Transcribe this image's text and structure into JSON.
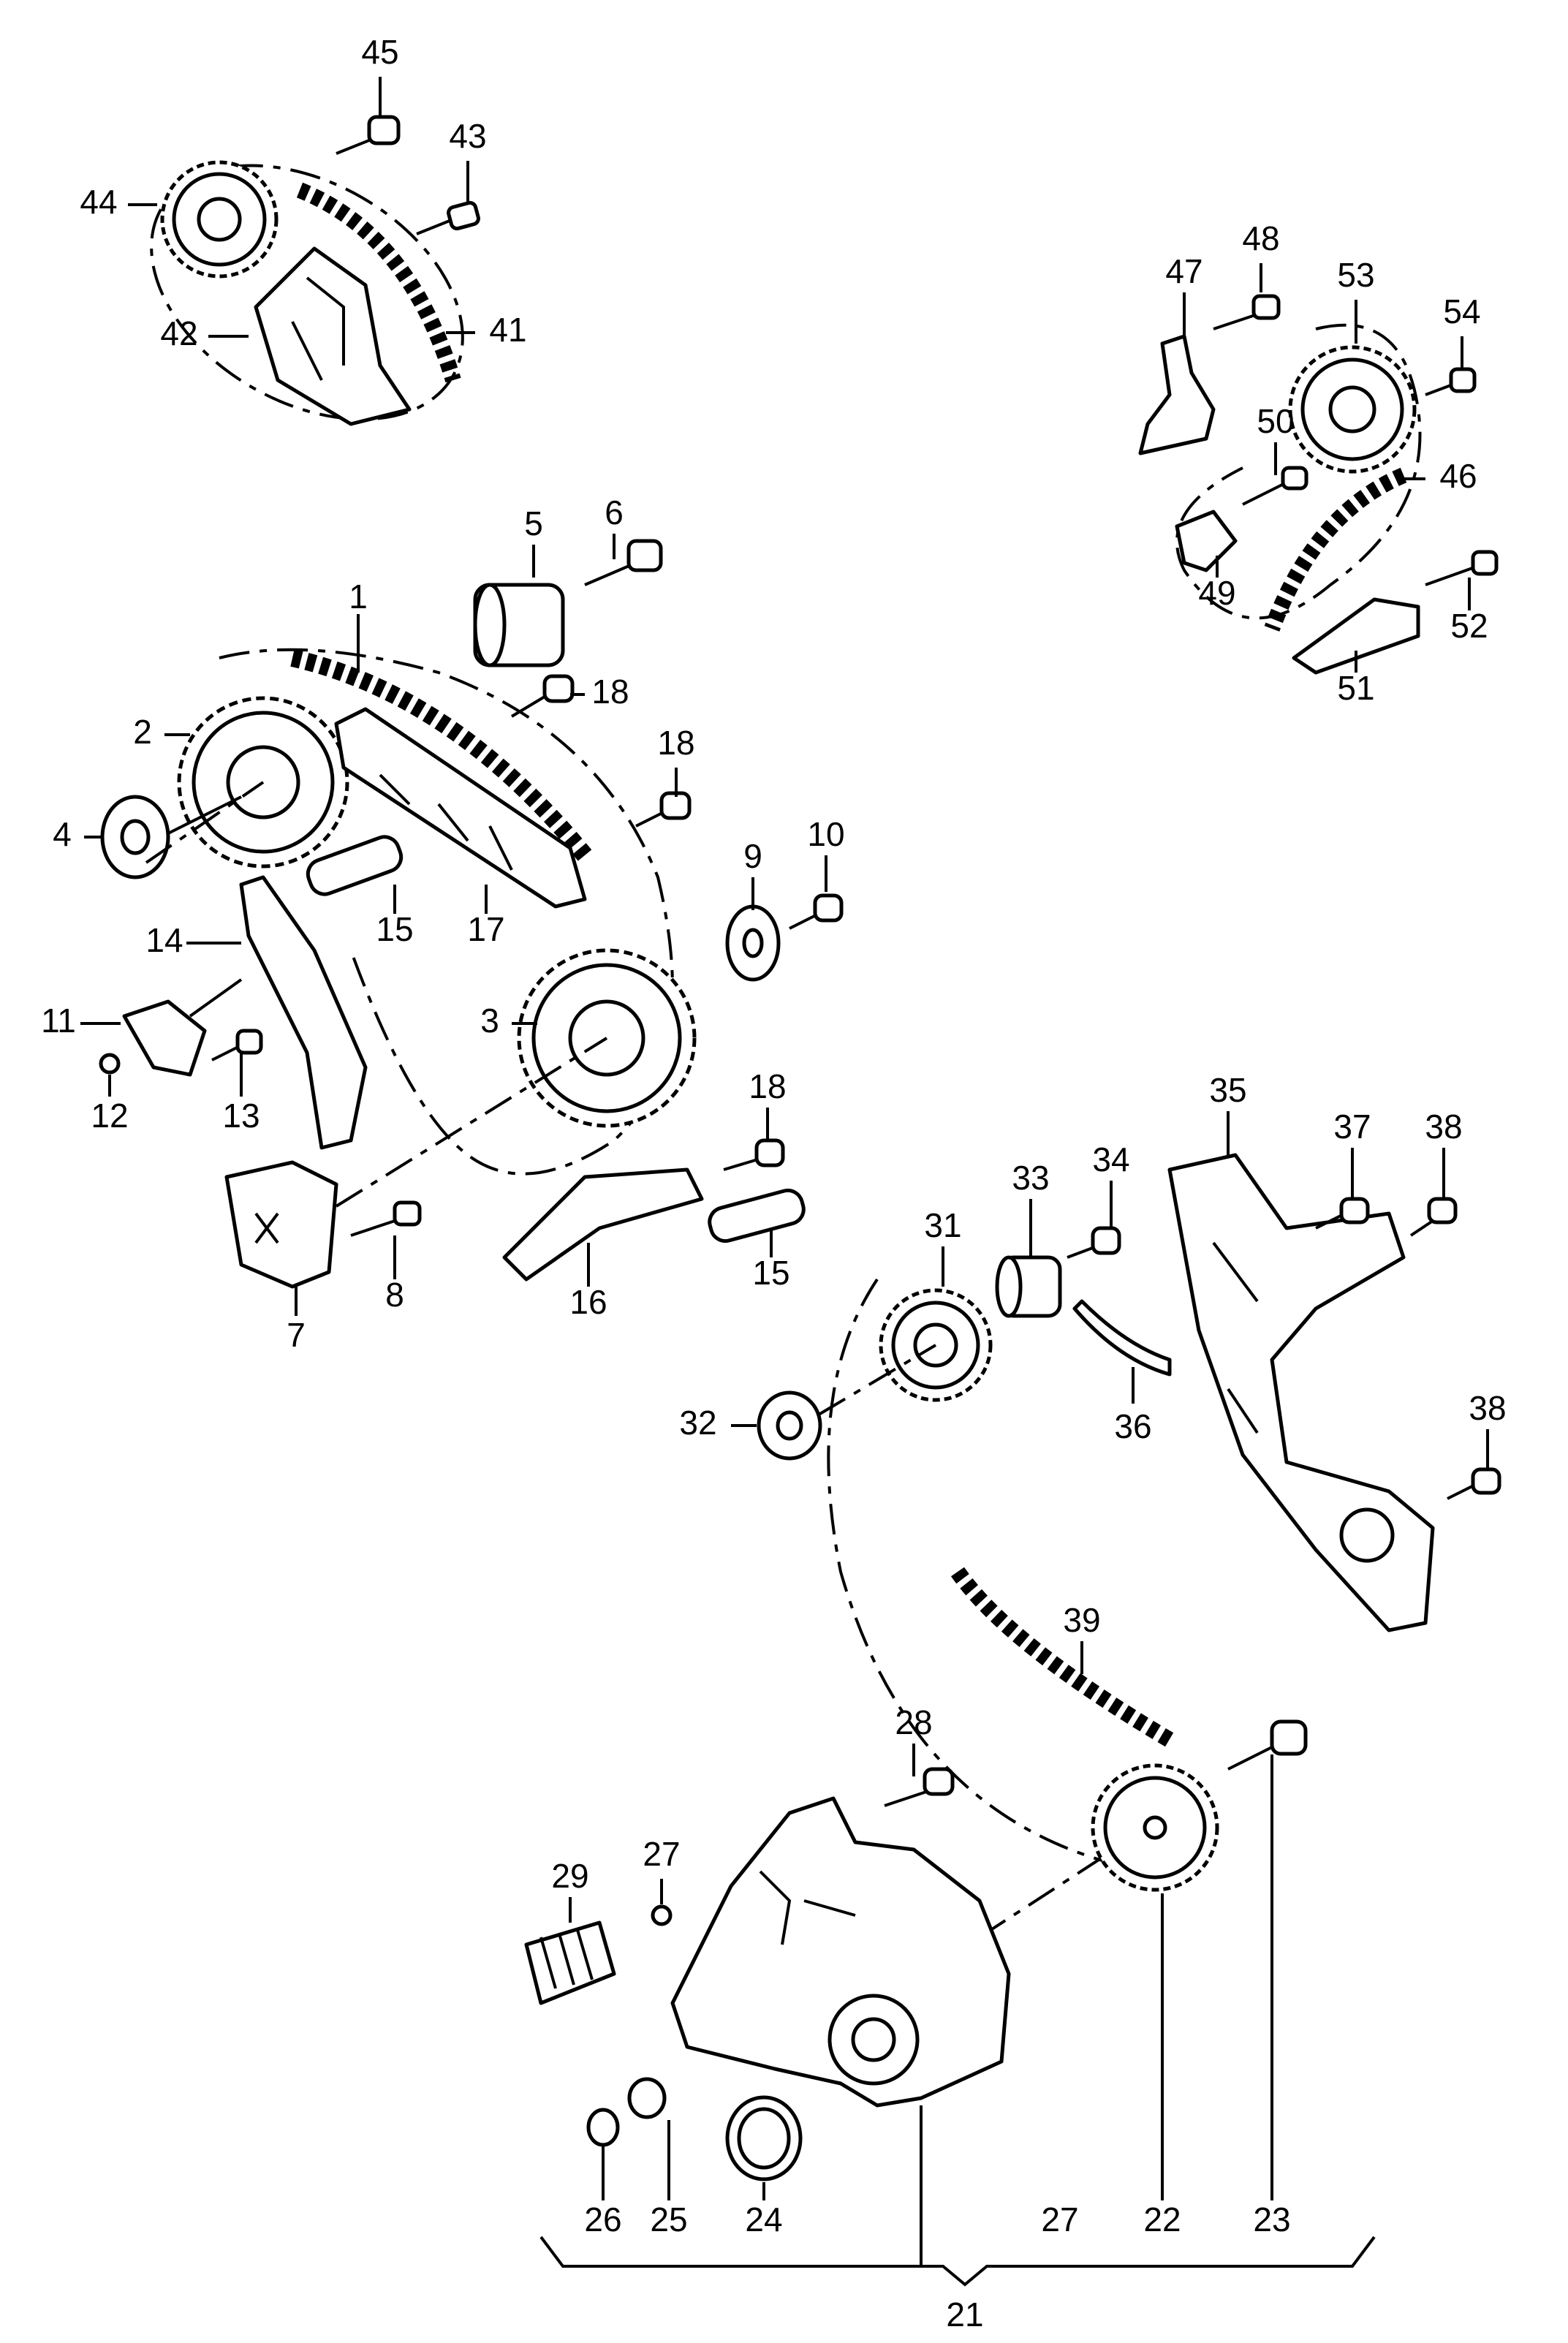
{
  "callouts": {
    "n1": "1",
    "n2": "2",
    "n3": "3",
    "n4": "4",
    "n5": "5",
    "n6": "6",
    "n7": "7",
    "n8": "8",
    "n9": "9",
    "n10": "10",
    "n11": "11",
    "n12": "12",
    "n13": "13",
    "n14": "14",
    "n15a": "15",
    "n15b": "15",
    "n16": "16",
    "n17": "17",
    "n18a": "18",
    "n18b": "18",
    "n18c": "18",
    "n21": "21",
    "n22": "22",
    "n23": "23",
    "n24": "24",
    "n25": "25",
    "n26": "26",
    "n27a": "27",
    "n27b": "27",
    "n28": "28",
    "n29": "29",
    "n31": "31",
    "n32": "32",
    "n33": "33",
    "n34": "34",
    "n35": "35",
    "n36": "36",
    "n37": "37",
    "n38a": "38",
    "n38b": "38",
    "n39": "39",
    "n41": "41",
    "n42": "42",
    "n43": "43",
    "n44": "44",
    "n45": "45",
    "n46": "46",
    "n47": "47",
    "n48": "48",
    "n49": "49",
    "n50": "50",
    "n51": "51",
    "n52": "52",
    "n53": "53",
    "n54": "54"
  }
}
